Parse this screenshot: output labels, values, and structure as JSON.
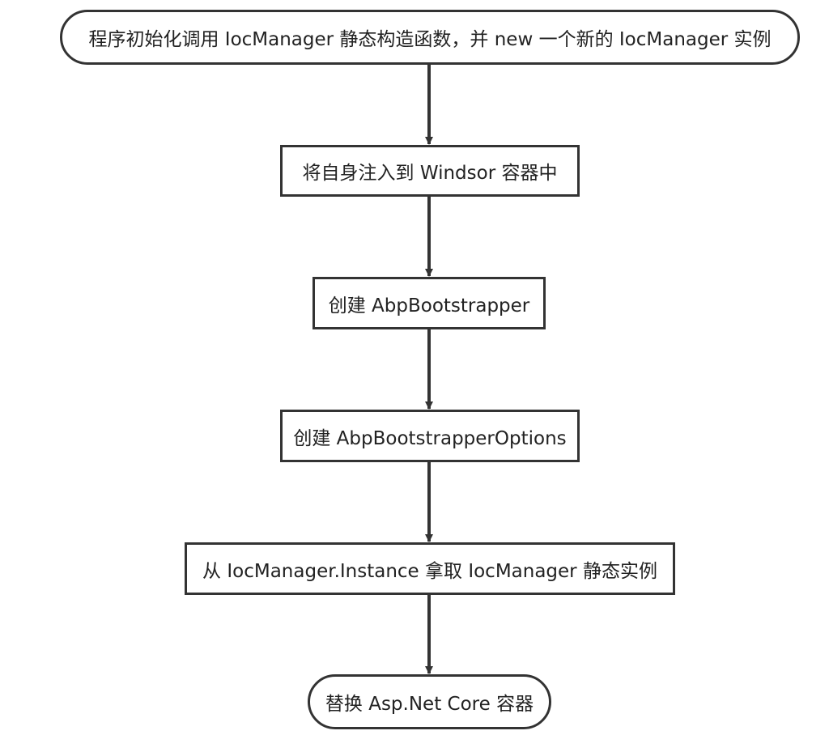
{
  "diagram": {
    "nodes": [
      {
        "id": "start",
        "shape": "terminal",
        "label": "程序初始化调用 IocManager 静态构造函数，并 new 一个新的 IocManager 实例"
      },
      {
        "id": "step1",
        "shape": "process",
        "label": "将自身注入到 Windsor 容器中"
      },
      {
        "id": "step2",
        "shape": "process",
        "label": "创建 AbpBootstrapper"
      },
      {
        "id": "step3",
        "shape": "process",
        "label": "创建 AbpBootstrapperOptions"
      },
      {
        "id": "step4",
        "shape": "process",
        "label": "从 IocManager.Instance 拿取 IocManager 静态实例"
      },
      {
        "id": "end",
        "shape": "terminal",
        "label": "替换 Asp.Net Core 容器"
      }
    ],
    "edges": [
      {
        "from": "start",
        "to": "step1"
      },
      {
        "from": "step1",
        "to": "step2"
      },
      {
        "from": "step2",
        "to": "step3"
      },
      {
        "from": "step3",
        "to": "step4"
      },
      {
        "from": "step4",
        "to": "end"
      }
    ],
    "colors": {
      "stroke": "#333333",
      "text": "#222222",
      "background": "#ffffff"
    }
  }
}
